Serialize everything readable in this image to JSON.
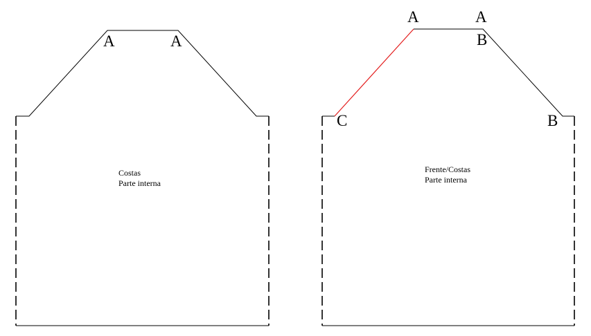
{
  "pieces": [
    {
      "id": "back",
      "caption": [
        "Costas",
        "Parte interna"
      ],
      "markers": [
        "A",
        "A"
      ]
    },
    {
      "id": "front-back",
      "caption": [
        "Frente/Costas",
        "Parte interna"
      ],
      "markers": [
        "A",
        "A",
        "B",
        "B",
        "C"
      ]
    }
  ],
  "colors": {
    "outline": "#000000",
    "seam_highlight": "#e31b1b",
    "background": "#ffffff"
  }
}
